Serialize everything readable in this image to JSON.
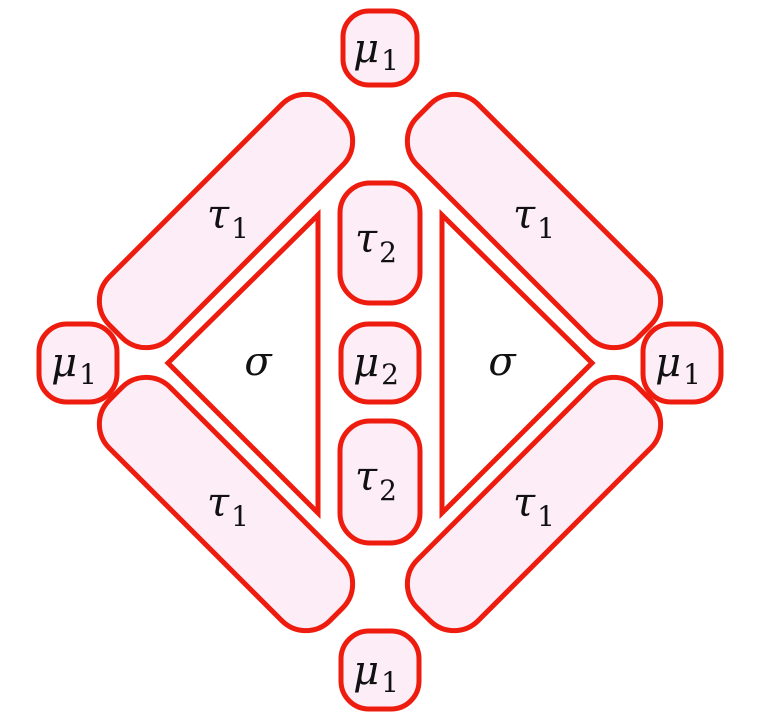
{
  "diagram": {
    "type": "cell-decomposition",
    "colors": {
      "stroke": "#ee1c0e",
      "fill": "#fdedf7",
      "triangle_fill": "#ffffff",
      "text": "#111111"
    },
    "cells": {
      "mu1_top": {
        "symbol": "μ",
        "subscript": "1"
      },
      "mu1_left": {
        "symbol": "μ",
        "subscript": "1"
      },
      "mu1_right": {
        "symbol": "μ",
        "subscript": "1"
      },
      "mu1_bottom": {
        "symbol": "μ",
        "subscript": "1"
      },
      "tau1_tl": {
        "symbol": "τ",
        "subscript": "1"
      },
      "tau1_tr": {
        "symbol": "τ",
        "subscript": "1"
      },
      "tau1_bl": {
        "symbol": "τ",
        "subscript": "1"
      },
      "tau1_br": {
        "symbol": "τ",
        "subscript": "1"
      },
      "tau2_top": {
        "symbol": "τ",
        "subscript": "2"
      },
      "mu2": {
        "symbol": "μ",
        "subscript": "2"
      },
      "tau2_bottom": {
        "symbol": "τ",
        "subscript": "2"
      },
      "sigma_left": {
        "symbol": "σ"
      },
      "sigma_right": {
        "symbol": "σ"
      }
    }
  }
}
